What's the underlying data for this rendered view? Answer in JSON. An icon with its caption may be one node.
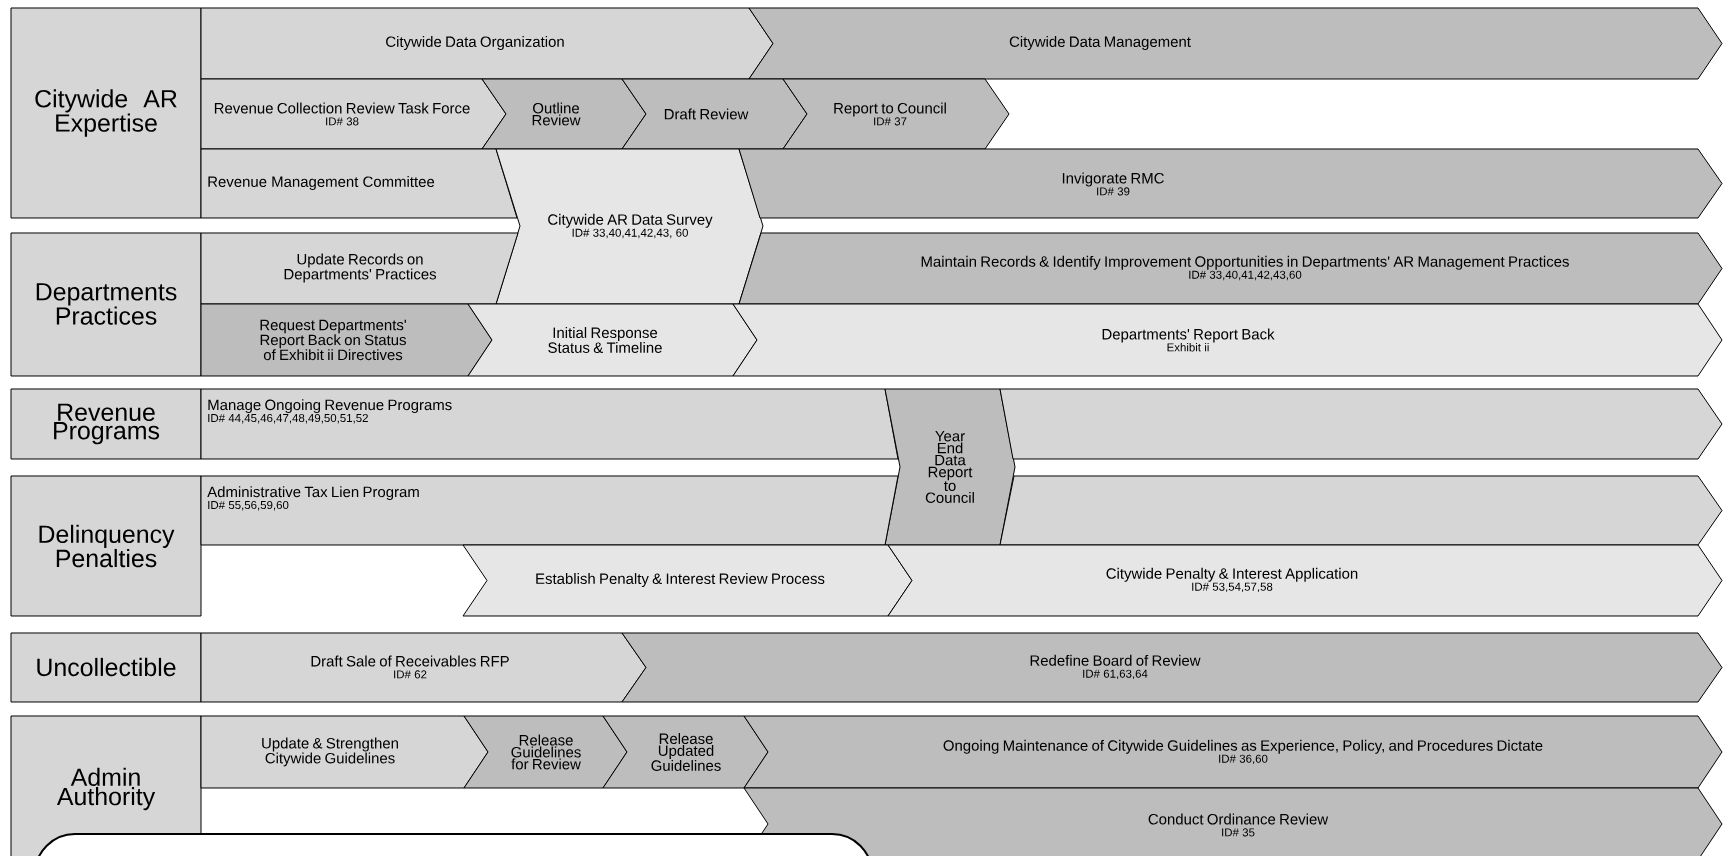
{
  "diagram": {
    "nodes": [
      {
        "text": [
          "Citywide AR Expertise"
        ]
      },
      {
        "text": [
          "Citywide Data Organization"
        ]
      },
      {
        "text": [
          "Citywide Data Management"
        ]
      },
      {
        "text": [
          "Revenue Collection Review Task Force",
          "ID# 38"
        ]
      },
      {
        "text": [
          "Outline Review"
        ]
      },
      {
        "text": [
          "Draft Review"
        ]
      },
      {
        "text": [
          "Report to Council",
          "ID# 37"
        ]
      },
      {
        "text": [
          "Revenue Management Committee"
        ]
      },
      {
        "text": [
          "Citywide AR Data Survey",
          "ID# 33,40,41,42,43, 60"
        ]
      },
      {
        "text": [
          "Invigorate RMC",
          "ID# 39"
        ]
      },
      {
        "text": [
          "Departments Practices"
        ]
      },
      {
        "text": [
          "Update Records on Departments' Practices"
        ]
      },
      {
        "text": [
          "Maintain Records & Identify Improvement Opportunities in Departments' AR Management Practices",
          "ID# 33,40,41,42,43,60"
        ]
      },
      {
        "text": [
          "Request Departments' Report Back on Status of Exhibit ii Directives"
        ]
      },
      {
        "text": [
          "Initial Response Status & Timeline"
        ]
      },
      {
        "text": [
          "Departments' Report Back",
          "Exhibit ii"
        ]
      },
      {
        "text": [
          "Revenue Programs"
        ]
      },
      {
        "text": [
          "Manage Ongoing Revenue Programs",
          "ID# 44,45,46,47,48,49,50,51,52"
        ]
      },
      {
        "text": [
          "Year End Data Report to Council"
        ]
      },
      {
        "text": [],
        "shape": "chevron"
      },
      {
        "text": [
          "Delinquency Penalties"
        ]
      },
      {
        "text": [
          "Administrative Tax Lien Program",
          "ID# 55,56,59,60"
        ]
      },
      {
        "text": [],
        "shape": "chevron"
      },
      {
        "text": [
          "Establish Penalty & Interest Review Process"
        ]
      },
      {
        "text": [
          "Citywide Penalty & Interest Application",
          "ID# 53,54,57,58"
        ]
      },
      {
        "text": [
          "Uncollectible"
        ]
      },
      {
        "text": [
          "Draft Sale of Receivables RFP",
          "ID# 62"
        ]
      },
      {
        "text": [
          "Redefine Board of Review",
          "ID# 61,63,64"
        ]
      },
      {
        "text": [
          "Admin Authority"
        ]
      },
      {
        "text": [
          "Update & Strengthen Citywide Guidelines"
        ]
      },
      {
        "text": [
          "Release Guidelines for Review"
        ]
      },
      {
        "text": [
          "Release Updated Guidelines"
        ]
      },
      {
        "text": [
          "Ongoing Maintenance of Citywide Guidelines as Experience, Policy, and Procedures Dictate",
          "ID# 36,60"
        ]
      },
      {
        "text": [
          "Conduct Ordinance Review",
          "ID# 35"
        ]
      }
    ]
  }
}
